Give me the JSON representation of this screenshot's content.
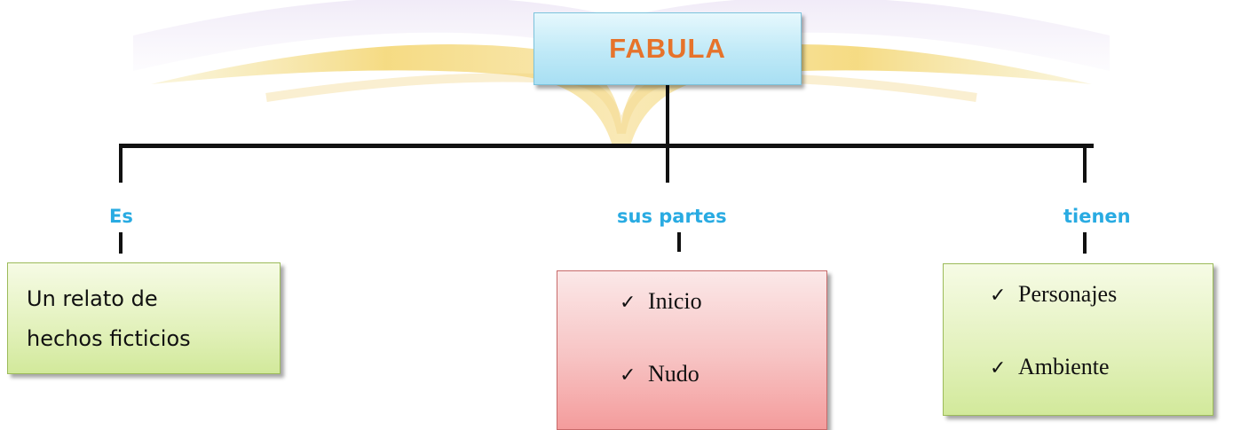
{
  "colors": {
    "title": "#e6732b",
    "label": "#29abe2",
    "line": "#111111"
  },
  "root": {
    "title": "FABULA"
  },
  "branches": [
    {
      "label": "Es",
      "text_lines": [
        "Un relato de",
        "hechos ficticios"
      ]
    },
    {
      "label": "sus partes",
      "items": [
        "Inicio",
        "Nudo"
      ]
    },
    {
      "label": "tienen",
      "items": [
        "Personajes",
        "Ambiente"
      ]
    }
  ],
  "icons": {
    "bullet": "check-icon"
  }
}
